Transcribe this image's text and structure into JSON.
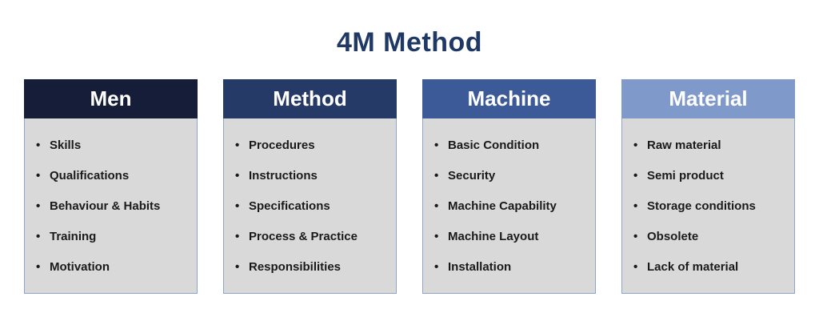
{
  "title": "4M Method",
  "colors": {
    "title_text": "#1f3864",
    "header_text": "#ffffff",
    "body_bg": "#d9d9d9",
    "body_border": "#8ea4c8",
    "item_text": "#1a1a1a"
  },
  "columns": [
    {
      "title": "Men",
      "header_color": "#161d38",
      "items": [
        "Skills",
        "Qualifications",
        "Behaviour & Habits",
        "Training",
        "Motivation"
      ]
    },
    {
      "title": "Method",
      "header_color": "#263a67",
      "items": [
        "Procedures",
        "Instructions",
        "Specifications",
        "Process & Practice",
        "Responsibilities"
      ]
    },
    {
      "title": "Machine",
      "header_color": "#3d5a98",
      "items": [
        "Basic Condition",
        "Security",
        "Machine Capability",
        "Machine Layout",
        "Installation"
      ]
    },
    {
      "title": "Material",
      "header_color": "#8099cb",
      "items": [
        "Raw material",
        "Semi product",
        "Storage conditions",
        "Obsolete",
        "Lack of material"
      ]
    }
  ]
}
